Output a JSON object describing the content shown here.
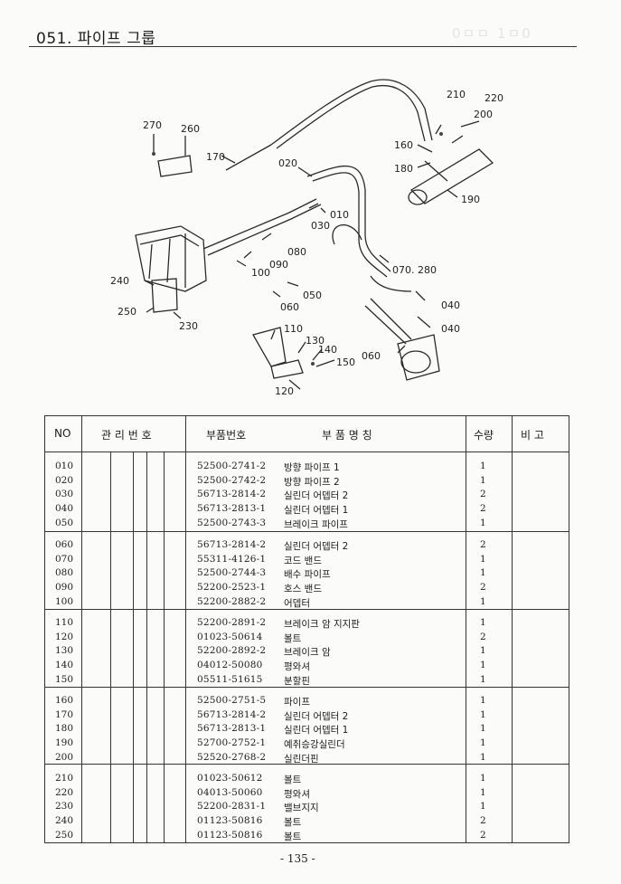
{
  "page": {
    "title": "051. 파이프 그룹",
    "page_number": "- 135 -"
  },
  "diagram": {
    "callouts": [
      "270",
      "260",
      "170",
      "020",
      "010",
      "030",
      "080",
      "090",
      "100",
      "050",
      "060",
      "210",
      "220",
      "200",
      "160",
      "180",
      "190",
      "070. 280",
      "040",
      "040",
      "060",
      "240",
      "250",
      "230",
      "110",
      "130",
      "140",
      "150",
      "120"
    ]
  },
  "table": {
    "headers": {
      "no": "NO",
      "mgmt": "관 리 번 호",
      "part": "부품번호",
      "name": "부 품 명 칭",
      "qty": "수량",
      "note": "비 고"
    },
    "rows": [
      {
        "no": "010",
        "part": "52500-2741-2",
        "name": "방향 파이프 1",
        "qty": "1"
      },
      {
        "no": "020",
        "part": "52500-2742-2",
        "name": "방향 파이프 2",
        "qty": "1"
      },
      {
        "no": "030",
        "part": "56713-2814-2",
        "name": "실린더 어뎁터 2",
        "qty": "2"
      },
      {
        "no": "040",
        "part": "56713-2813-1",
        "name": "실린더 어뎁터 1",
        "qty": "2"
      },
      {
        "no": "050",
        "part": "52500-2743-3",
        "name": "브레이크 파이프",
        "qty": "1"
      },
      {
        "no": "060",
        "part": "56713-2814-2",
        "name": "실린더 어뎁터 2",
        "qty": "2"
      },
      {
        "no": "070",
        "part": "55311-4126-1",
        "name": "코드 밴드",
        "qty": "1"
      },
      {
        "no": "080",
        "part": "52500-2744-3",
        "name": "배수 파이프",
        "qty": "1"
      },
      {
        "no": "090",
        "part": "52200-2523-1",
        "name": "호스 밴드",
        "qty": "2"
      },
      {
        "no": "100",
        "part": "52200-2882-2",
        "name": "어뎁터",
        "qty": "1"
      },
      {
        "no": "110",
        "part": "52200-2891-2",
        "name": "브레이크 암 지지판",
        "qty": "1"
      },
      {
        "no": "120",
        "part": "01023-50614",
        "name": "볼트",
        "qty": "2"
      },
      {
        "no": "130",
        "part": "52200-2892-2",
        "name": "브레이크 암",
        "qty": "1"
      },
      {
        "no": "140",
        "part": "04012-50080",
        "name": "평와셔",
        "qty": "1"
      },
      {
        "no": "150",
        "part": "05511-51615",
        "name": "분할핀",
        "qty": "1"
      },
      {
        "no": "160",
        "part": "52500-2751-5",
        "name": "파이프",
        "qty": "1"
      },
      {
        "no": "170",
        "part": "56713-2814-2",
        "name": "실린더 어뎁터 2",
        "qty": "1"
      },
      {
        "no": "180",
        "part": "56713-2813-1",
        "name": "실린더 어뎁터 1",
        "qty": "1"
      },
      {
        "no": "190",
        "part": "52700-2752-1",
        "name": "예취승강실린더",
        "qty": "1"
      },
      {
        "no": "200",
        "part": "52520-2768-2",
        "name": "실린더핀",
        "qty": "1"
      },
      {
        "no": "210",
        "part": "01023-50612",
        "name": "볼트",
        "qty": "1"
      },
      {
        "no": "220",
        "part": "04013-50060",
        "name": "평와셔",
        "qty": "1"
      },
      {
        "no": "230",
        "part": "52200-2831-1",
        "name": "밸브지지",
        "qty": "1"
      },
      {
        "no": "240",
        "part": "01123-50816",
        "name": "볼트",
        "qty": "2"
      },
      {
        "no": "250",
        "part": "01123-50816",
        "name": "볼트",
        "qty": "2"
      }
    ]
  }
}
